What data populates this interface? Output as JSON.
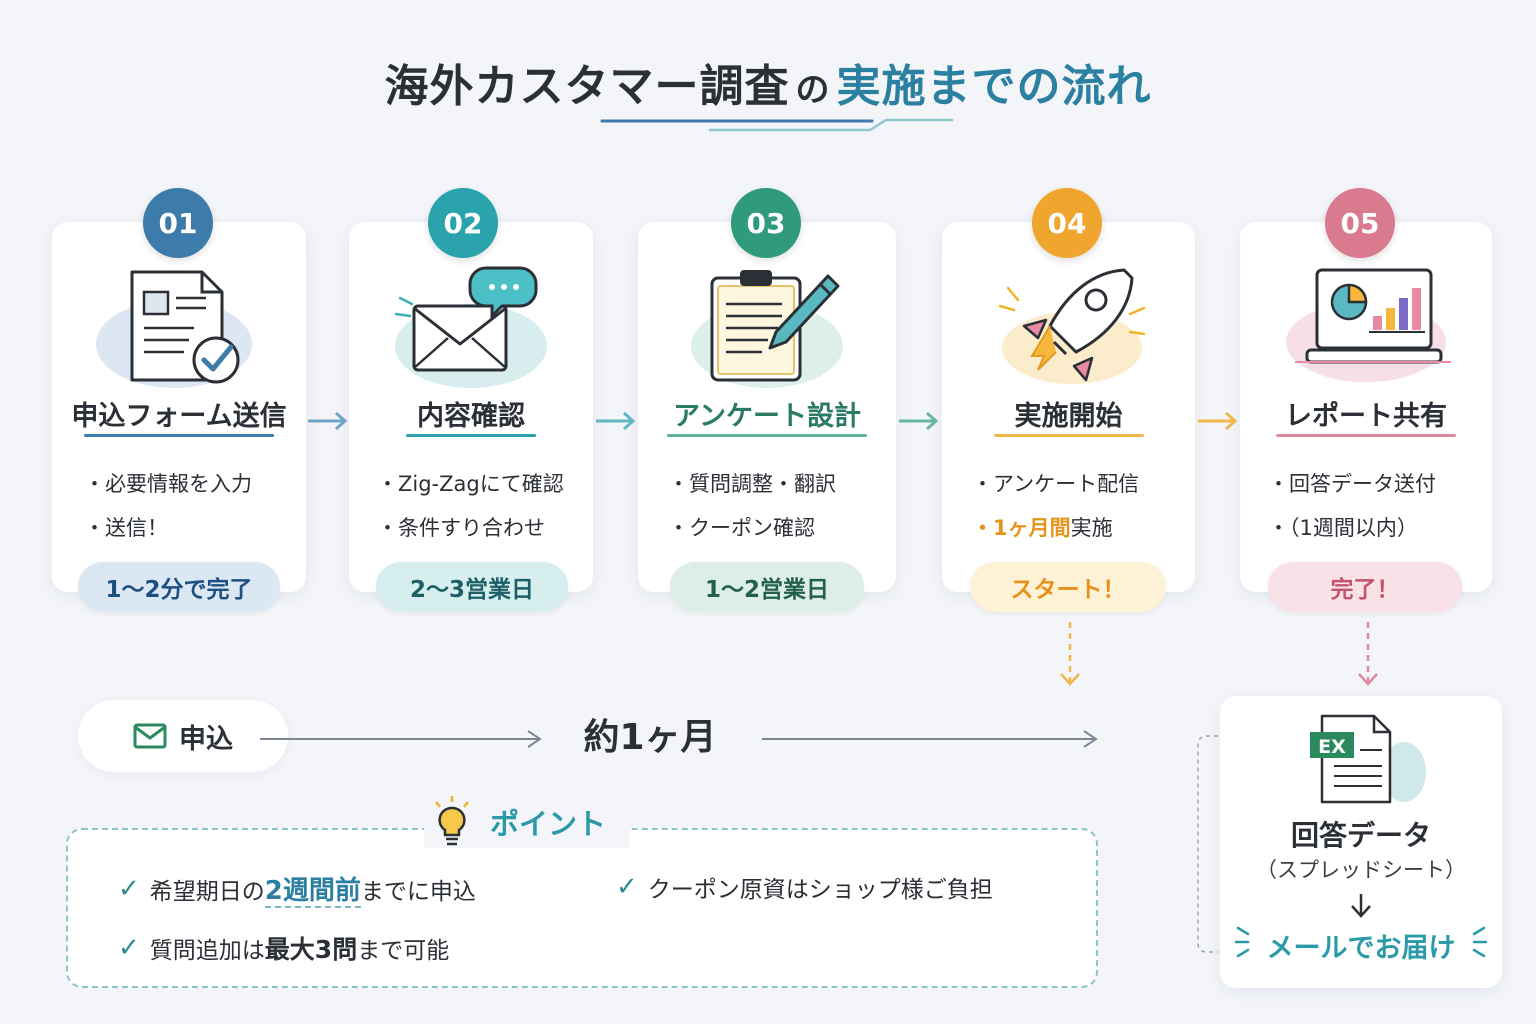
{
  "title": {
    "part1": "海外カスタマー調査",
    "part2": "の",
    "part3": "実施までの流れ"
  },
  "steps": [
    {
      "number": "01",
      "title": "申込フォーム送信",
      "bullets": [
        "・必要情報を入力",
        "・送信！"
      ],
      "duration": "1〜2分で完了",
      "color": "#3d7bab"
    },
    {
      "number": "02",
      "title": "内容確認",
      "bullets": [
        "・Zig-Zagにて確認",
        "・条件すり合わせ"
      ],
      "duration": "2〜3営業日",
      "color": "#2aa3ad"
    },
    {
      "number": "03",
      "title": "アンケート設計",
      "bullets": [
        "・質問調整・翻訳",
        "・クーポン確認"
      ],
      "duration": "1〜2営業日",
      "color": "#2f9a7c"
    },
    {
      "number": "04",
      "title": "実施開始",
      "bullets": [
        "・アンケート配信"
      ],
      "bullet2": {
        "highlight": "・1ヶ月間",
        "rest": "実施"
      },
      "duration": "スタート！",
      "color": "#f0a62e"
    },
    {
      "number": "05",
      "title": "レポート共有",
      "bullets": [
        "・回答データ送付",
        "・（1週間以内）"
      ],
      "duration": "完了！",
      "color": "#d97a8e"
    }
  ],
  "timeline": {
    "apply": "申込",
    "period": "約1ヶ月"
  },
  "points": {
    "title": "ポイント",
    "item1": {
      "pre": "希望期日の",
      "em": "2週間前",
      "post": "までに申込"
    },
    "item2": {
      "pre": "質問追加は",
      "em": "最大3問",
      "post": "まで可能"
    },
    "item3": {
      "text": "クーポン原資はショップ様ご負担"
    }
  },
  "delivery": {
    "badge": "EX",
    "title": "回答データ",
    "subtitle": "（スプレッドシート）",
    "mail": "メールでお届け"
  }
}
